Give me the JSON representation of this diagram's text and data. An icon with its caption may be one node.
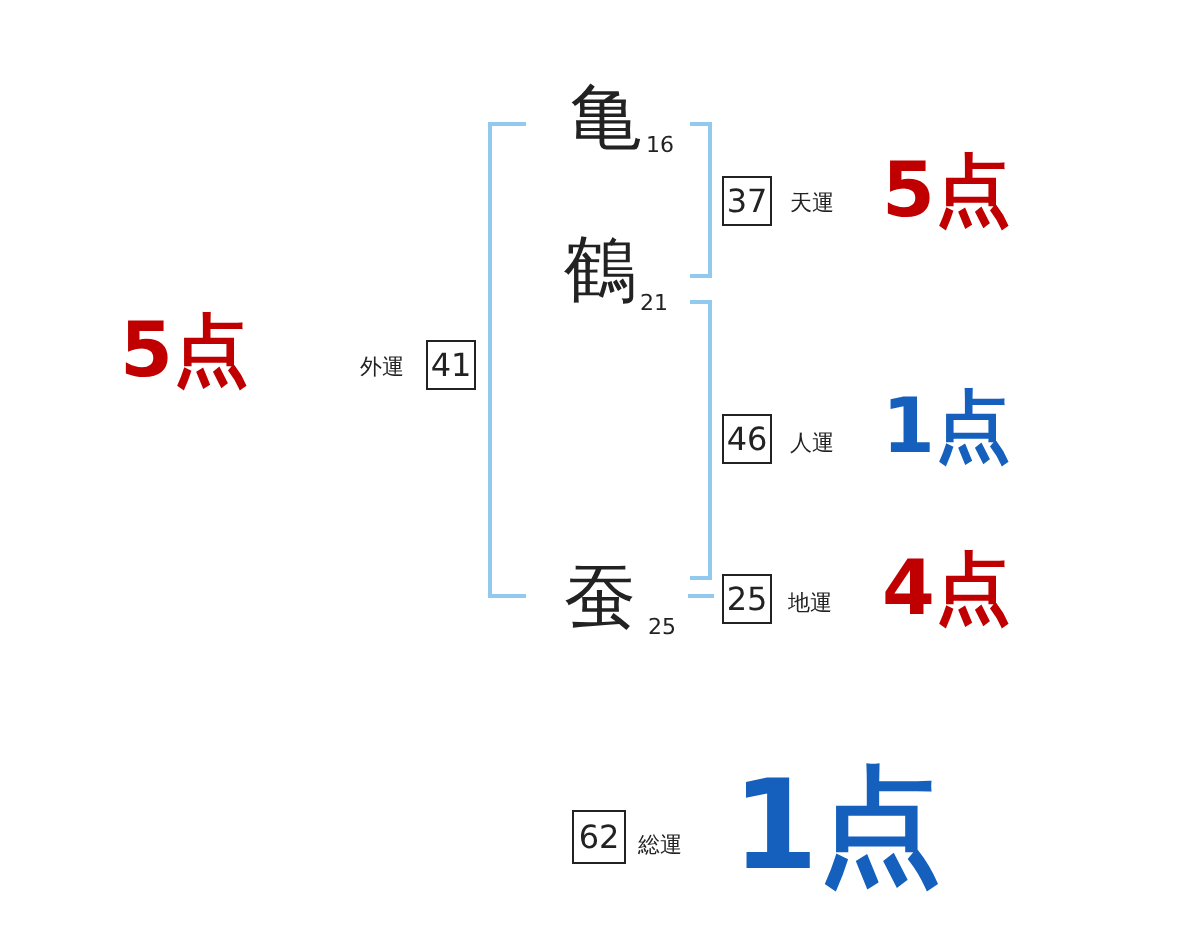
{
  "diagram": {
    "nodes": [
      {
        "text": [
          "37"
        ],
        "beside": [
          "天運"
        ]
      },
      {
        "text": [
          "41"
        ],
        "beside": [
          "外運"
        ]
      },
      {
        "text": [
          "46"
        ],
        "beside": [
          "人運"
        ]
      },
      {
        "text": [
          "25"
        ],
        "beside": [
          "地運"
        ]
      },
      {
        "text": [
          "62"
        ],
        "beside": [
          "総運"
        ]
      }
    ],
    "edges": [],
    "labels": [
      "亀",
      "16",
      "5点",
      "鶴",
      "21",
      "5点",
      "1点",
      "4点",
      "蚕",
      "25",
      "1点"
    ]
  }
}
